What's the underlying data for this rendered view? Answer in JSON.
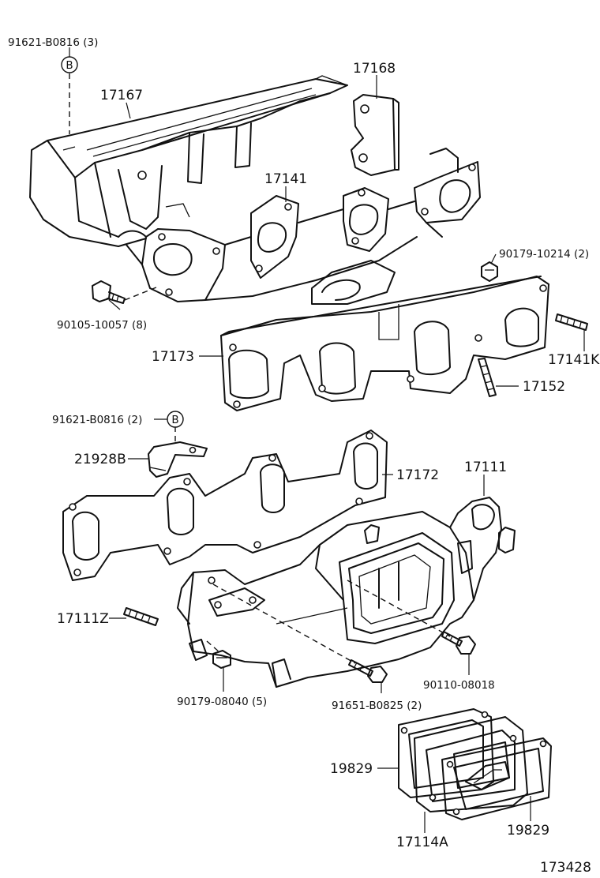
{
  "labels": {
    "bolt_b_3": "91621-B0816 (3)",
    "heat_insulator_upper": "17167",
    "bracket": "17168",
    "exhaust_manifold": "17141",
    "nut_2": "90179-10214 (2)",
    "bolt_8": "90105-10057 (8)",
    "gasket_manifold": "17173",
    "stud_17141k": "17141K",
    "stud_17152": "17152",
    "bolt_b_2": "91621-B0816 (2)",
    "clamp": "21928B",
    "gasket_17172": "17172",
    "intake_manifold": "17111",
    "stud_17111z": "17111Z",
    "bolt_90110": "90110-08018",
    "nut_5": "90179-08040 (5)",
    "bolt_91651": "91651-B0825 (2)",
    "gasket_19829_left": "19829",
    "gasket_19829_right": "19829",
    "adapter": "17114A",
    "diagram_number": "173428"
  },
  "callouts": {
    "b_upper": "B",
    "b_lower": "B"
  }
}
